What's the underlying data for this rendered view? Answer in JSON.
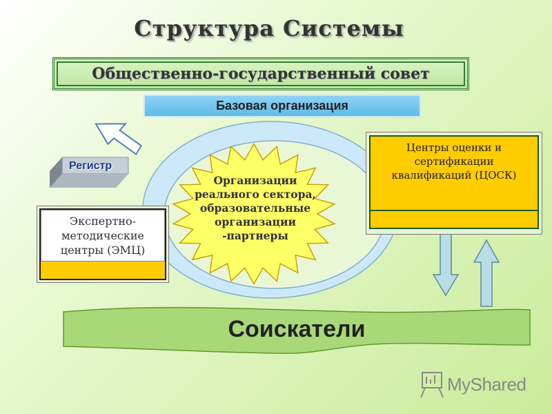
{
  "title": "Структура Системы",
  "council": {
    "label": "Общественно-государственный совет"
  },
  "base_organization": {
    "label": "Базовая организация"
  },
  "registry": {
    "label": "Регистр"
  },
  "partners": {
    "label_lines": [
      "Организации",
      "реального сектора,",
      "образовательные",
      "организации",
      "-партнеры"
    ]
  },
  "qualification_centers": {
    "label": "Центры оценки и сертификации квалификаций (ЦОСК)"
  },
  "expert_centers": {
    "label": "Экспертно-методические центры (ЭМЦ)"
  },
  "applicants": {
    "label": "Соискатели"
  },
  "watermark": {
    "brand_text": "MyShared"
  },
  "colors": {
    "council_border": "#2e7d32",
    "base_org_fill": "#5fbbe8",
    "center_fill": "#ffcc00",
    "star_fill": "#ffff66",
    "ring_fill": "#cde9f9",
    "applicants_fill": "#a9d878",
    "arrow_fill": "#b8dde6"
  },
  "icons": [
    "block-arrow-down-left-icon",
    "registry-3d-block-icon",
    "arrow-down-icon",
    "arrow-up-icon",
    "presentation-board-icon"
  ]
}
